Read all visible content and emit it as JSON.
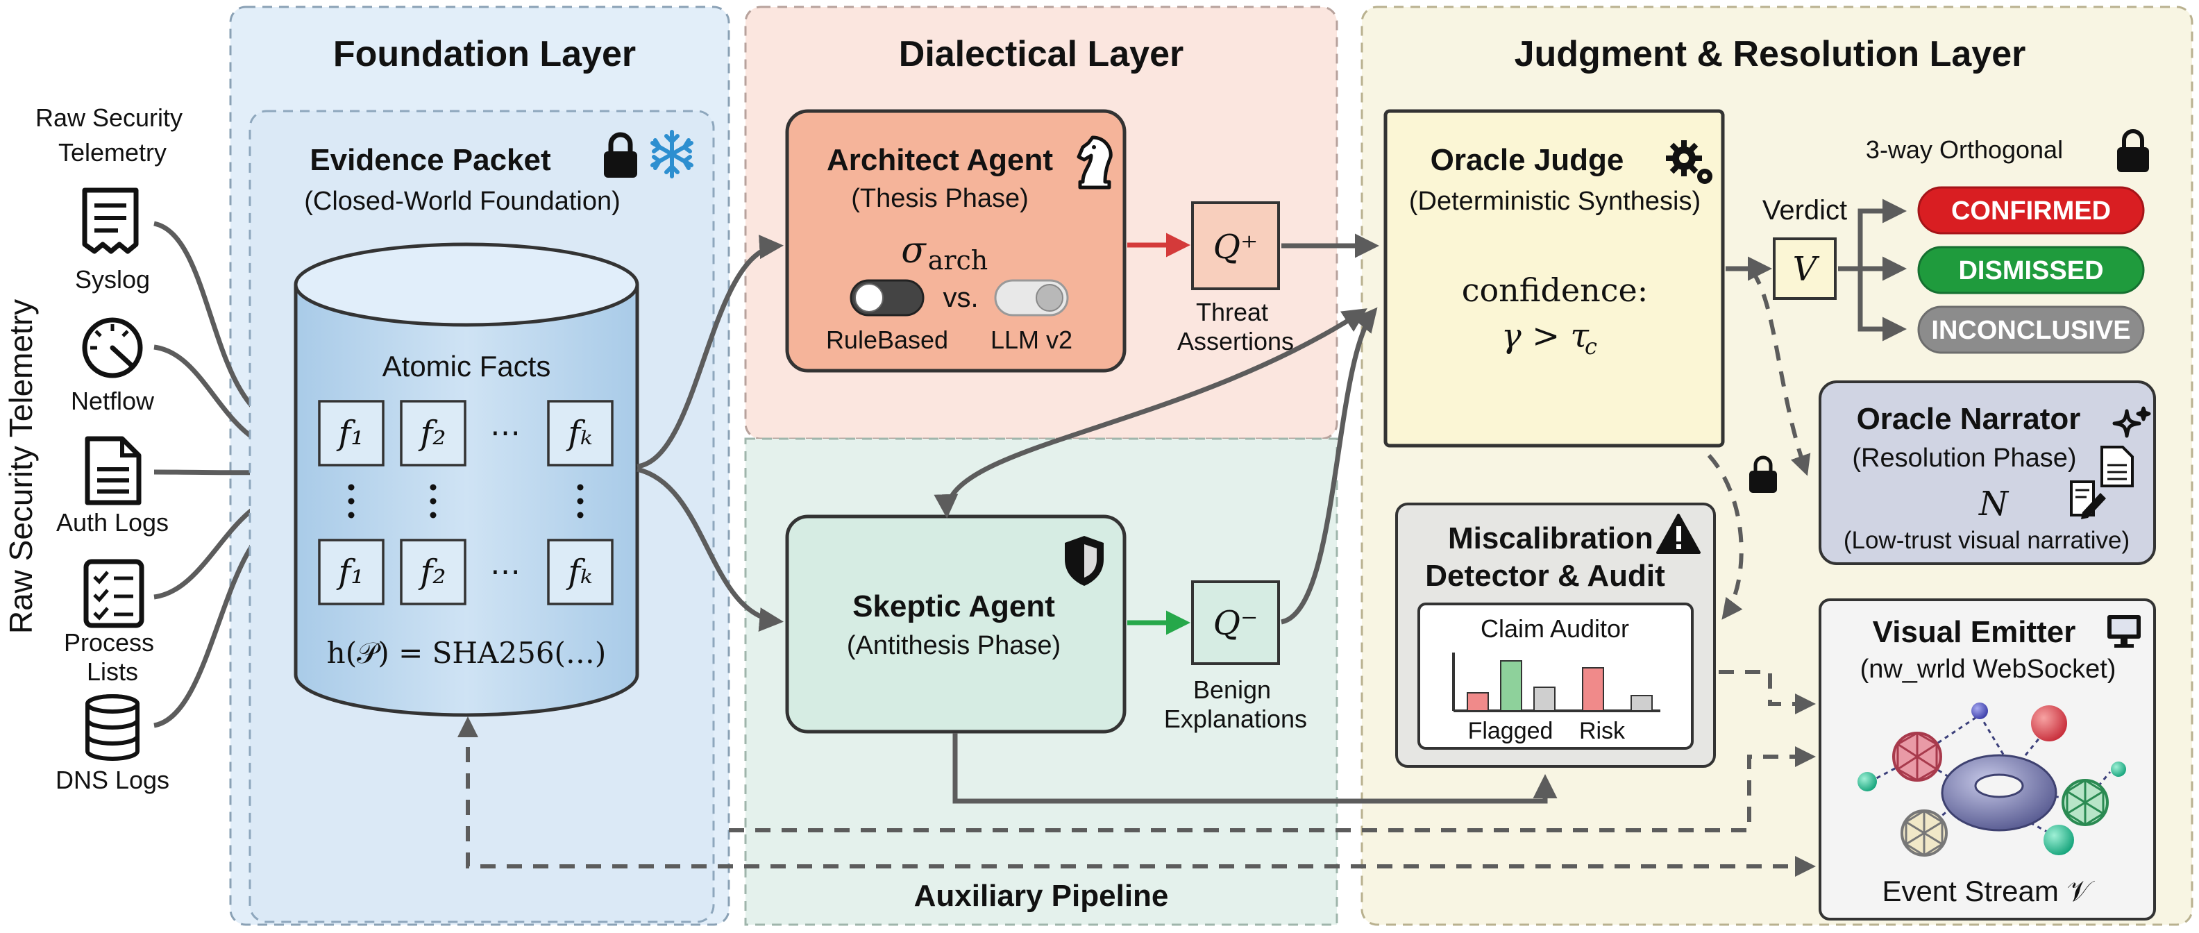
{
  "side_label": "Raw Security Telemetry",
  "inputs": {
    "title": "Raw Security\nTelemetry",
    "sources": [
      {
        "name": "syslog",
        "label": "Syslog",
        "icon": "receipt-icon"
      },
      {
        "name": "netflow",
        "label": "Netflow",
        "icon": "gauge-icon"
      },
      {
        "name": "auth-logs",
        "label": "Auth Logs",
        "icon": "document-icon"
      },
      {
        "name": "process-lists",
        "label": "Process\nLists",
        "icon": "checklist-icon"
      },
      {
        "name": "dns-logs",
        "label": "DNS Logs",
        "icon": "database-icon"
      }
    ]
  },
  "foundation": {
    "title": "Foundation Layer",
    "packet_title": "Evidence Packet",
    "packet_subtitle": "(Closed-World Foundation)",
    "facts_title": "Atomic Facts",
    "facts": [
      "f₁",
      "f₂",
      "⋯",
      "fₖ"
    ],
    "hash": "h(𝒫) = SHA256(…)"
  },
  "dialectical": {
    "title": "Dialectical Layer",
    "architect_title": "Architect Agent",
    "architect_subtitle": "(Thesis Phase)",
    "sigma": "σ",
    "sigma_sub": "arch",
    "toggle_left": "RuleBased",
    "vs": "vs.",
    "toggle_right": "LLM v2",
    "q_plus": "Q⁺",
    "q_plus_label": "Threat\nAssertions",
    "skeptic_title": "Skeptic Agent",
    "skeptic_subtitle": "(Antithesis Phase)",
    "q_minus": "Q⁻",
    "q_minus_label": "Benign\nExplanations",
    "auxiliary": "Auxiliary Pipeline"
  },
  "judgment": {
    "title": "Judgment & Resolution Layer",
    "oracle_title": "Oracle Judge",
    "oracle_subtitle": "(Deterministic Synthesis)",
    "confidence_label": "confidence:",
    "confidence_expr": "γ > τ",
    "confidence_sub": "c",
    "verdict_label": "Verdict",
    "verdict_symbol": "V",
    "orthogonal_label": "3-way Orthogonal",
    "verdicts": [
      {
        "label": "CONFIRMED",
        "color": "#d91e22"
      },
      {
        "label": "DISMISSED",
        "color": "#1f9b3d"
      },
      {
        "label": "INCONCLUSIVE",
        "color": "#8c8c8c"
      }
    ],
    "narrator_title": "Oracle Narrator",
    "narrator_subtitle": "(Resolution Phase)",
    "narrator_symbol": "N",
    "narrator_note": "(Low-trust visual narrative)",
    "miscal_title": "Miscalibration\nDetector & Audit",
    "claim_auditor": "Claim Auditor",
    "flagged": "Flagged",
    "risk": "Risk",
    "emitter_title": "Visual Emitter",
    "emitter_subtitle": "(nw_wrld WebSocket)",
    "event_stream": "Event Stream 𝒱"
  },
  "colors": {
    "foundation_bg": "#e2eef9",
    "dialectical_top_bg": "#fbe6df",
    "dialectical_bottom_bg": "#e4f1ec",
    "judgment_bg": "#f8f5e3",
    "architect_fill": "#f5b49a",
    "skeptic_fill": "#d6ece3",
    "oracle_fill": "#fbf6d5",
    "narrator_fill": "#d0d4e3",
    "red_arrow": "#d43a3a",
    "green_arrow": "#26a84a"
  }
}
